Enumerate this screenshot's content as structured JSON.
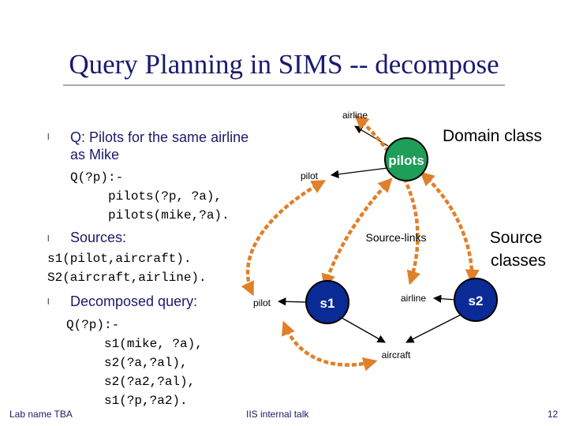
{
  "title": "Query Planning in SIMS -- decompose",
  "left": {
    "bullet_glyph": "l",
    "q_line1": "Q: Pilots for the same airline",
    "q_line2": "as Mike",
    "query_code": "Q(?p):-\n     pilots(?p, ?a),\n     pilots(mike,?a).",
    "sources_label": "Sources:",
    "sources_code": "s1(pilot,aircraft).\nS2(aircraft,airline).",
    "decomposed_label": "Decomposed query:",
    "decomposed_code": "Q(?p):-\n     s1(mike, ?a),\n     s2(?a,?al),\n     s2(?a2,?al),\n     s1(?p,?a2)."
  },
  "diagram": {
    "domain_class_label": "Domain class",
    "source_classes_label": "Source\nclasses",
    "source_links_label": "Source-links",
    "nodes": {
      "pilots": "pilots",
      "s1": "s1",
      "s2": "s2"
    },
    "attr_labels": {
      "airline_top": "airline",
      "pilot_top": "pilot",
      "pilot_s1": "pilot",
      "airline_s2": "airline",
      "aircraft": "aircraft"
    },
    "colors": {
      "domain_node": "#1e9e58",
      "source_node": "#0a2a96",
      "link_arrow": "#e0802a"
    }
  },
  "footer": {
    "left": "Lab name TBA",
    "center": "IIS internal talk",
    "page": "12"
  }
}
